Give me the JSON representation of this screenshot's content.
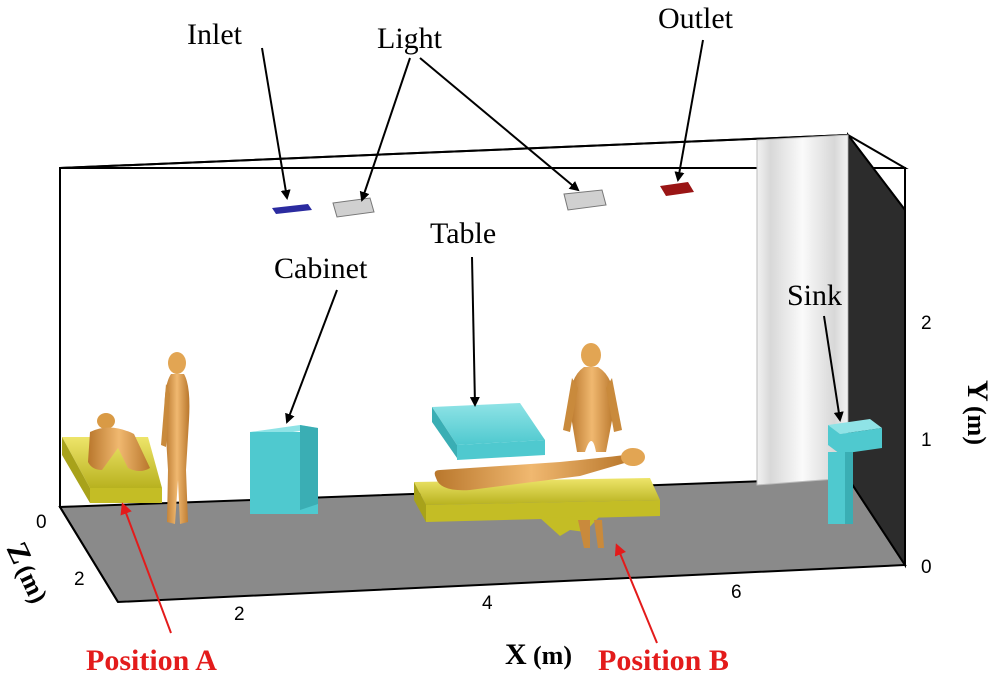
{
  "labels": {
    "inlet": "Inlet",
    "light": "Light",
    "outlet": "Outlet",
    "table": "Table",
    "cabinet": "Cabinet",
    "sink": "Sink",
    "position_a": "Position A",
    "position_b": "Position B"
  },
  "axes": {
    "x": {
      "name": "X",
      "unit": "(m)",
      "ticks": [
        "2",
        "4",
        "6"
      ]
    },
    "y": {
      "name": "Y",
      "unit": "(m)",
      "ticks": [
        "2",
        "1",
        "0"
      ]
    },
    "z": {
      "name": "Z",
      "unit": "(m)",
      "ticks": [
        "0",
        "2"
      ]
    }
  },
  "colors": {
    "inlet": "#2b2ba0",
    "outlet": "#9a1515",
    "light": "#d0d0d0",
    "furniture_cyan": "#4fc9cf",
    "bed_yellow": "#d4cf2e",
    "mannequin": "#d99a45",
    "floor": "#8a8a8a",
    "right_wall": "#2c2c2c",
    "marker_red": "#e31b1b"
  }
}
